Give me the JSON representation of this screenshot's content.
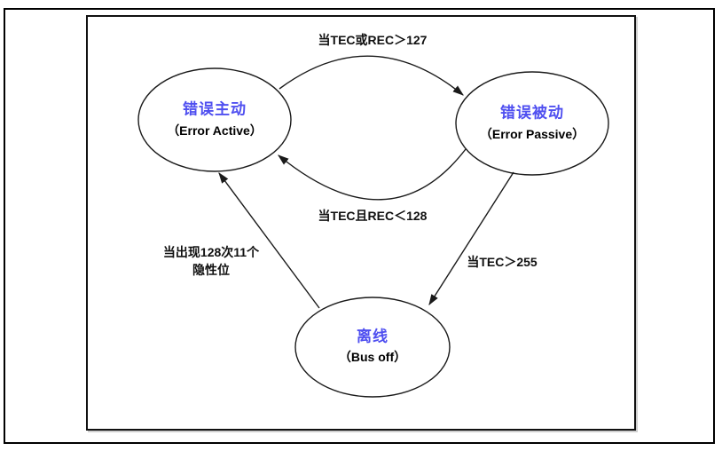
{
  "diagram": {
    "description": "CAN bus error state transition diagram",
    "colors": {
      "state_name": "#4f4ff0",
      "label_text": "#101010",
      "line": "#1a1a1a",
      "background": "#ffffff"
    },
    "states": [
      {
        "id": "error-active",
        "name_cn": "错误主动",
        "name_en": "（Error Active）"
      },
      {
        "id": "error-passive",
        "name_cn": "错误被动",
        "name_en": "（Error Passive）"
      },
      {
        "id": "bus-off",
        "name_cn": "离线",
        "name_en": "（Bus off）"
      }
    ],
    "transitions": [
      {
        "from": "error-active",
        "to": "error-passive",
        "label": "当TEC或REC＞127"
      },
      {
        "from": "error-passive",
        "to": "error-active",
        "label": "当TEC且REC＜128"
      },
      {
        "from": "error-passive",
        "to": "bus-off",
        "label": "当TEC＞255"
      },
      {
        "from": "bus-off",
        "to": "error-active",
        "label_line1": "当出现128次11个",
        "label_line2": "隐性位"
      }
    ]
  }
}
